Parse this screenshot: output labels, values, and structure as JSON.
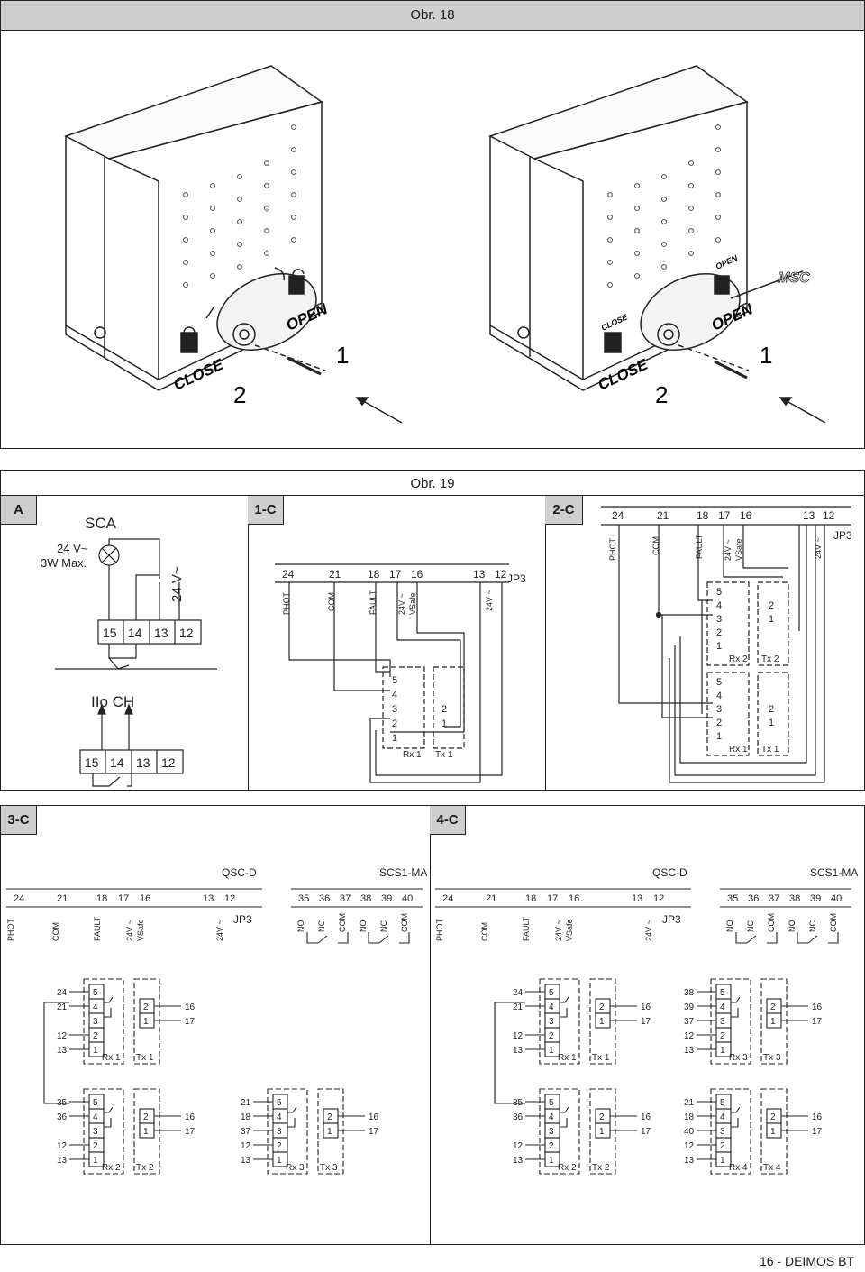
{
  "fig18": {
    "title": "Obr. 18",
    "left": {
      "close": "CLOSE",
      "open": "OPEN",
      "step1": "1",
      "step2": "2"
    },
    "right": {
      "close": "CLOSE",
      "open": "OPEN",
      "close_small": "CLOSE",
      "open_small": "OPEN",
      "msc": "MSC",
      "step1": "1",
      "step2": "2"
    }
  },
  "fig19": {
    "title": "Obr. 19",
    "panelA": {
      "tag": "A",
      "title": "SCA",
      "lamp_line1": "24 V~",
      "lamp_line2": "3W Max.",
      "voltage": "24 V~",
      "terminals_top": [
        "15",
        "14",
        "13",
        "12"
      ],
      "ch_label": "IIo CH",
      "terminals_bottom": [
        "15",
        "14",
        "13",
        "12"
      ]
    },
    "panel1C": {
      "tag": "1-C",
      "jp": "JP3",
      "terminals": [
        "24",
        "21",
        "18",
        "17",
        "16",
        "13",
        "12"
      ],
      "signals": [
        "PHOT",
        "COM",
        "FAULT",
        "24V ~",
        "VSafe",
        "24V ~"
      ],
      "rx_pins": [
        "5",
        "4",
        "3",
        "2",
        "1"
      ],
      "tx_pins": [
        "2",
        "1"
      ],
      "rx_label": "Rx 1",
      "tx_label": "Tx 1"
    },
    "panel2C": {
      "tag": "2-C",
      "jp": "JP3",
      "terminals": [
        "24",
        "21",
        "18",
        "17",
        "16",
        "13",
        "12"
      ],
      "signals": [
        "PHOT",
        "COM",
        "FAULT",
        "24V ~",
        "VSafe",
        "24V ~"
      ],
      "rx_pins": [
        "5",
        "4",
        "3",
        "2",
        "1"
      ],
      "tx_pins": [
        "2",
        "1"
      ],
      "rx2": "Rx 2",
      "tx2": "Tx 2",
      "rx1": "Rx 1",
      "tx1": "Tx 1"
    }
  },
  "panel3C": {
    "tag": "3-C",
    "qsc": "QSC-D",
    "scs": "SCS1-MA",
    "jp": "JP3",
    "terminals": [
      "24",
      "21",
      "18",
      "17",
      "16",
      "13",
      "12"
    ],
    "scs_terminals": [
      "35",
      "36",
      "37",
      "38",
      "39",
      "40"
    ],
    "signals": [
      "PHOT",
      "COM",
      "FAULT",
      "24V ~",
      "VSafe",
      "24V ~"
    ],
    "scs_signals": [
      "NO",
      "NC",
      "COM",
      "NO",
      "NC",
      "COM"
    ],
    "units": [
      {
        "rx": "Rx 1",
        "tx": "Tx 1",
        "in": [
          "24",
          "21",
          "",
          "12",
          "13"
        ],
        "out": [
          "16",
          "17"
        ]
      },
      {
        "rx": "Rx 2",
        "tx": "Tx 2",
        "in": [
          "35",
          "36",
          "",
          "12",
          "13"
        ],
        "out": [
          "16",
          "17"
        ]
      },
      {
        "rx": "Rx 3",
        "tx": "Tx 3",
        "in": [
          "21",
          "18",
          "37",
          "12",
          "13"
        ],
        "out": [
          "16",
          "17"
        ]
      }
    ],
    "pins": [
      "5",
      "4",
      "3",
      "2",
      "1"
    ],
    "tx_pins": [
      "2",
      "1"
    ]
  },
  "panel4C": {
    "tag": "4-C",
    "qsc": "QSC-D",
    "scs": "SCS1-MA",
    "jp": "JP3",
    "terminals": [
      "24",
      "21",
      "18",
      "17",
      "16",
      "13",
      "12"
    ],
    "scs_terminals": [
      "35",
      "36",
      "37",
      "38",
      "39",
      "40"
    ],
    "signals": [
      "PHOT",
      "COM",
      "FAULT",
      "24V ~",
      "VSafe",
      "24V ~"
    ],
    "scs_signals": [
      "NO",
      "NC",
      "COM",
      "NO",
      "NC",
      "COM"
    ],
    "units": [
      {
        "rx": "Rx 1",
        "tx": "Tx 1",
        "in": [
          "24",
          "21",
          "",
          "12",
          "13"
        ],
        "out": [
          "16",
          "17"
        ]
      },
      {
        "rx": "Rx 3",
        "tx": "Tx 3",
        "in": [
          "38",
          "39",
          "37",
          "12",
          "13"
        ],
        "out": [
          "16",
          "17"
        ]
      },
      {
        "rx": "Rx 2",
        "tx": "Tx 2",
        "in": [
          "35",
          "36",
          "",
          "12",
          "13"
        ],
        "out": [
          "16",
          "17"
        ]
      },
      {
        "rx": "Rx 4",
        "tx": "Tx 4",
        "in": [
          "21",
          "18",
          "40",
          "12",
          "13"
        ],
        "out": [
          "16",
          "17"
        ]
      }
    ],
    "pins": [
      "5",
      "4",
      "3",
      "2",
      "1"
    ],
    "tx_pins": [
      "2",
      "1"
    ]
  },
  "footer": "16 - DEIMOS BT"
}
